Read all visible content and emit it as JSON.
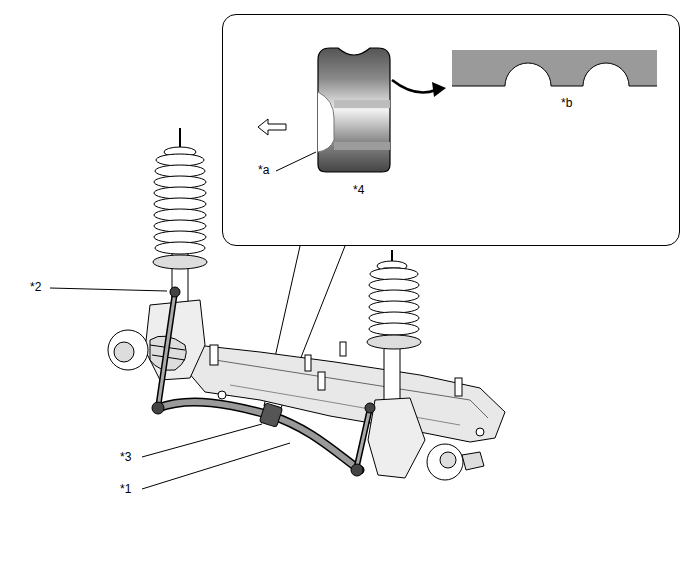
{
  "diagram": {
    "nodes": [
      {
        "text": [
          "*a",
          "*4",
          "*b"
        ]
      }
    ],
    "labels": [
      "*2",
      "*3",
      "*1"
    ]
  }
}
